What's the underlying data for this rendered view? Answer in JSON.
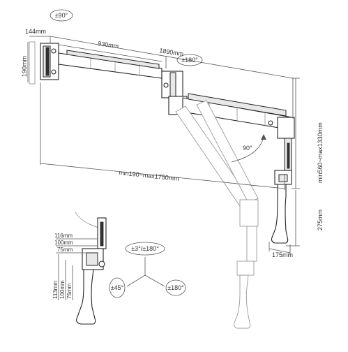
{
  "dimensions": {
    "top_rotation": "±90°",
    "mount_width": "144mm",
    "mount_height": "190mm",
    "arm1_length": "930mm",
    "total_length": "1890mm",
    "middle_rotation": "±180°",
    "reach": "min190~max1750mm",
    "tilt": "90°",
    "height_range": "min560~max1330mm",
    "drop": "275mm",
    "clamp_width": "175mm"
  },
  "detail": {
    "h1": "116mm",
    "h2": "100mm",
    "h3": "75mm",
    "v1": "113mm",
    "v2": "100mm",
    "v3": "75mm"
  },
  "rotation": {
    "top": "±3°/±180°",
    "left": "±45°",
    "right": "±180°"
  }
}
